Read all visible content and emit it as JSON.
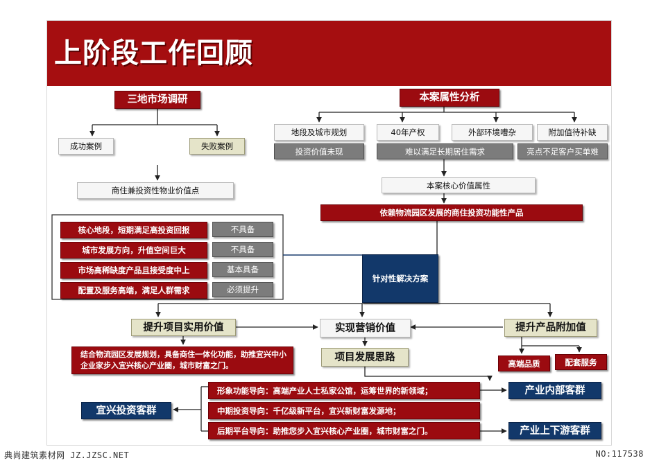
{
  "title": "上阶段工作回顾",
  "left": {
    "research": "三地市场调研",
    "success_case": "成功案例",
    "fail_case": "失败案例",
    "value_point": "商住兼投资性物业价值点",
    "factors": [
      {
        "label": "核心地段，短期满足高投资回报",
        "status": "不具备"
      },
      {
        "label": "城市发展方向，升值空间巨大",
        "status": "不具备"
      },
      {
        "label": "市场高稀缺度产品且接受度中上",
        "status": "基本具备"
      },
      {
        "label": "配置及服务高端，满足人群需求",
        "status": "必须提升"
      }
    ]
  },
  "right": {
    "attribute_analysis": "本案属性分析",
    "attributes": [
      {
        "label": "地段及城市规划",
        "issue": "投资价值未现"
      },
      {
        "label": "40年产权",
        "issue": "难以满足长期居住需求"
      },
      {
        "label": "外部环境嘈杂",
        "issue": ""
      },
      {
        "label": "附加值待补缺",
        "issue": "亮点不足客户买单难"
      }
    ],
    "core_value": "本案核心价值属性",
    "product": "依赖物流园区发展的商住投资功能性产品"
  },
  "solution": "针对性解决方案",
  "middle": {
    "improve_value": "提升项目实用价值",
    "marketing_value": "实现营销价值",
    "improve_addon": "提升产品附加值",
    "description": "结合物流园区发展规划，具备商住一体化功能，助推宜兴中小企业家步入宜兴核心产业圈，城市财富之门。",
    "dev_idea": "项目发展思路",
    "high_quality": "高端品质",
    "service": "配套服务"
  },
  "bottom": {
    "orientations": [
      "形象功能导向：高端产业人士私家公馆，运筹世界的新领域；",
      "中期投资导向：千亿级新平台，宜兴新财富发源地；",
      "后期平台导向：助推您步入宜兴核心产业圈，城市财富之门。"
    ],
    "investors": "宜兴投资客群",
    "industry_internal": "产业内部客群",
    "industry_chain": "产业上下游客群"
  },
  "footer": {
    "left": "典尚建筑素材网 JZ.JZSC.NET",
    "right": "NO:117538"
  }
}
